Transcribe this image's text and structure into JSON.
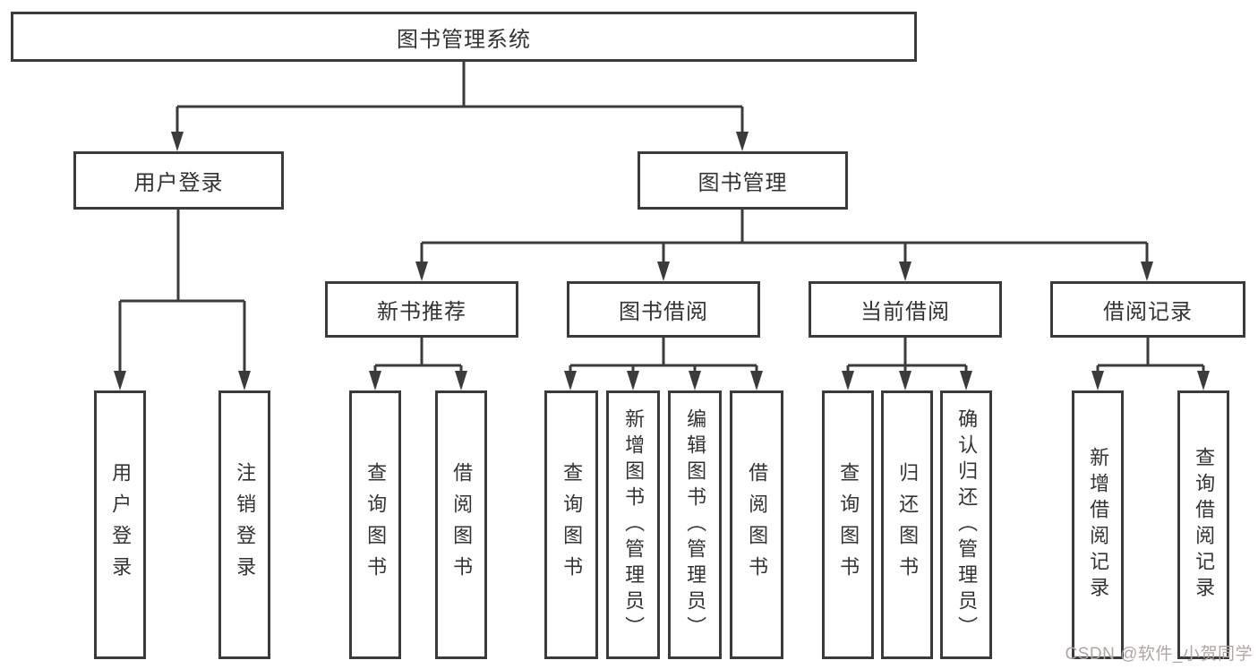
{
  "diagram": {
    "title": "图书管理系统",
    "root": {
      "label": "图书管理系统"
    },
    "branches": [
      {
        "label": "用户登录",
        "children": [
          {
            "label": "用户登录"
          },
          {
            "label": "注销登录"
          }
        ]
      },
      {
        "label": "图书管理",
        "children": [
          {
            "label": "新书推荐",
            "children": [
              {
                "label": "查询图书"
              },
              {
                "label": "借阅图书"
              }
            ]
          },
          {
            "label": "图书借阅",
            "children": [
              {
                "label": "查询图书"
              },
              {
                "label": "新增图书（管理员）"
              },
              {
                "label": "编辑图书（管理员）"
              },
              {
                "label": "借阅图书"
              }
            ]
          },
          {
            "label": "当前借阅",
            "children": [
              {
                "label": "查询图书"
              },
              {
                "label": "归还图书"
              },
              {
                "label": "确认归还（管理员）"
              }
            ]
          },
          {
            "label": "借阅记录",
            "children": [
              {
                "label": "新增借阅记录"
              },
              {
                "label": "查询借阅记录"
              }
            ]
          }
        ]
      }
    ]
  },
  "watermark": {
    "text": "CSDN @软件_小贺同学",
    "color": "#b3a4a4"
  },
  "colors": {
    "line": "#3b3b3b",
    "box_border": "#3b3b3b",
    "text": "#333333",
    "background": "#ffffff"
  }
}
